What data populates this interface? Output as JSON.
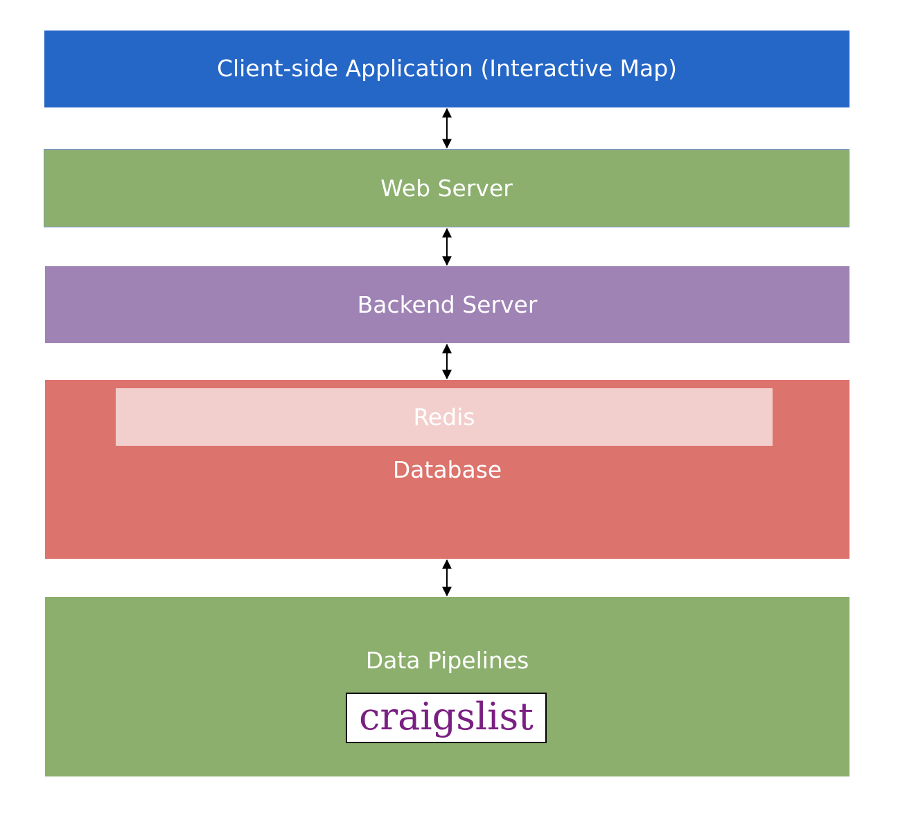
{
  "layers": {
    "client": {
      "label": "Client-side Application (Interactive Map)",
      "color": "#2567c7"
    },
    "web_server": {
      "label": "Web Server",
      "color": "#8caf6e"
    },
    "backend_server": {
      "label": "Backend Server",
      "color": "#9f83b4"
    },
    "database": {
      "label": "Database",
      "color": "#dc736c",
      "redis": {
        "label": "Redis",
        "color": "#f2cfcc"
      }
    },
    "data_pipelines": {
      "label": "Data Pipelines",
      "color": "#8caf6e",
      "logo": {
        "text": "craigslist",
        "color": "#7a1f82"
      }
    }
  },
  "connectors": [
    {
      "from": "client",
      "to": "web_server",
      "type": "bidirectional-arrow"
    },
    {
      "from": "web_server",
      "to": "backend_server",
      "type": "bidirectional-arrow"
    },
    {
      "from": "backend_server",
      "to": "database",
      "type": "bidirectional-arrow"
    },
    {
      "from": "database",
      "to": "data_pipelines",
      "type": "bidirectional-arrow"
    }
  ]
}
